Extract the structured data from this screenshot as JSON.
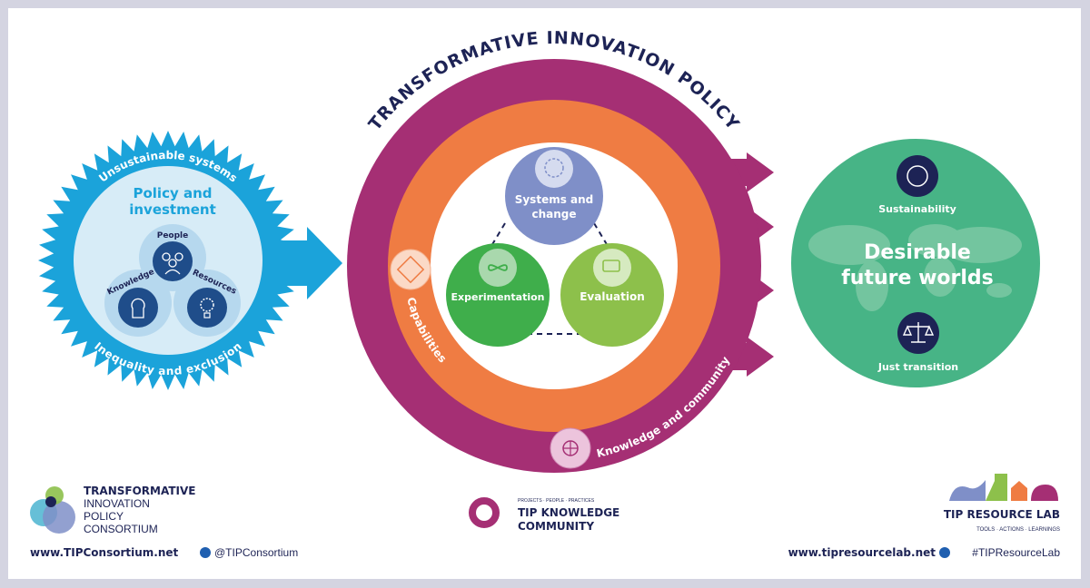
{
  "colors": {
    "frame": "#d4d4e1",
    "blue": "#1ba3da",
    "blue_light": "#d7ecf7",
    "blue_mid": "#b6d8ee",
    "navy": "#1d2355",
    "dark_blue": "#1f4d8a",
    "purple": "#a52f74",
    "orange": "#ef7c43",
    "systems": "#7f8fc8",
    "experimentation": "#3fae4b",
    "evaluation": "#8dc04b",
    "green": "#47b486"
  },
  "left": {
    "top_arc": "Unsustainable systems",
    "bottom_arc": "Inequality and exclusion",
    "title_line1": "Policy and",
    "title_line2": "investment",
    "nodes": [
      {
        "label": "People",
        "icon": "people-group-icon"
      },
      {
        "label": "Knowledge",
        "icon": "head-lightbulb-icon"
      },
      {
        "label": "Resources",
        "icon": "gear-lightbulb-icon"
      }
    ]
  },
  "center": {
    "title": "TRANSFORMATIVE INNOVATION POLICY",
    "ring_inner_label": "Capabilities",
    "ring_inner_icon": "puzzle-icon",
    "ring_outer_label": "Knowledge and community",
    "ring_outer_icon": "globe-network-icon",
    "circles": [
      {
        "line1": "Systems and",
        "line2": "change",
        "icon": "gear-lightbulb-icon"
      },
      {
        "line1": "Experimentation",
        "icon": "loop-icon"
      },
      {
        "line1": "Evaluation",
        "icon": "speech-bubbles-icon"
      }
    ]
  },
  "right": {
    "title_line1": "Desirable",
    "title_line2": "future worlds",
    "top_label": "Sustainability",
    "top_icon": "globe-leaf-icon",
    "bottom_label": "Just transition",
    "bottom_icon": "scales-icon"
  },
  "footer": {
    "left_logo": [
      "TRANSFORMATIVE",
      "INNOVATION",
      "POLICY",
      "CONSORTIUM"
    ],
    "left_url": "www.TIPConsortium.net",
    "left_handle": "@TIPConsortium",
    "center_logo_tagline": "PROJECTS · PEOPLE · PRACTICES",
    "center_logo_line1": "TIP KNOWLEDGE",
    "center_logo_line2": "COMMUNITY",
    "right_logo_title": "TIP RESOURCE LAB",
    "right_logo_tagline": "TOOLS · ACTIONS · LEARNINGS",
    "right_url": "www.tipresourcelab.net",
    "right_handle": "#TIPResourceLab"
  }
}
